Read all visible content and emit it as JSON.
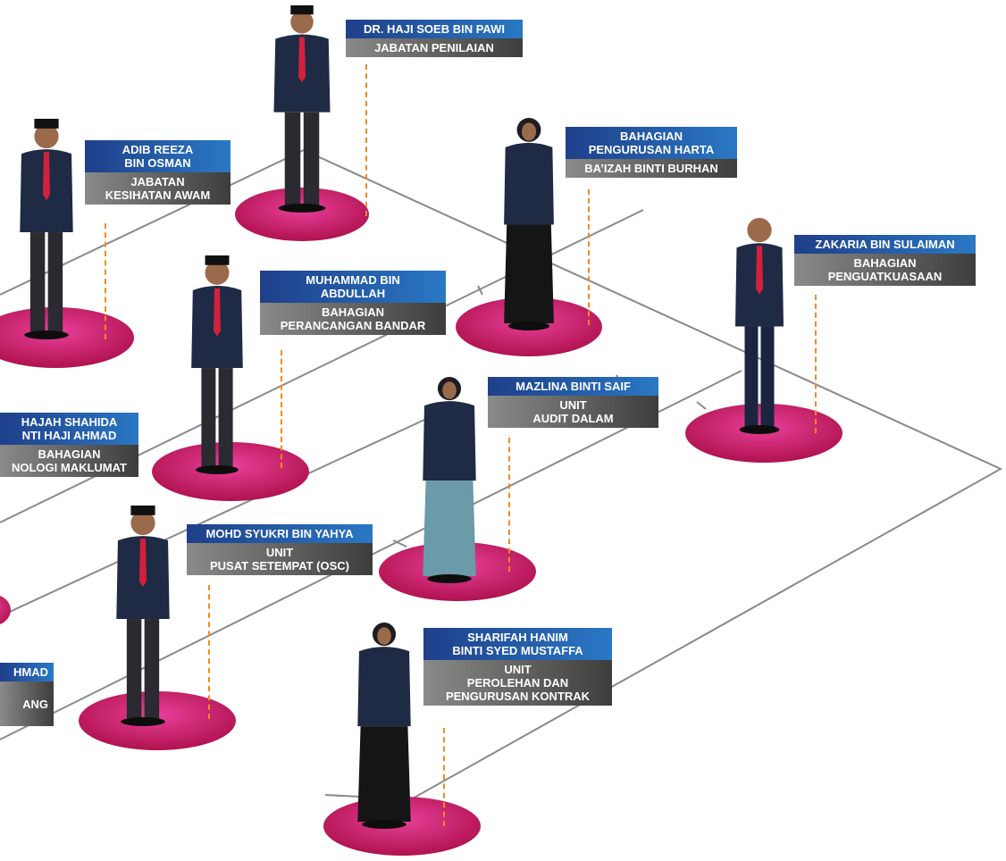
{
  "people": [
    {
      "id": "soeb",
      "name": [
        "DR. HAJI SOEB BIN PAWI"
      ],
      "dept": [
        "JABATAN PENILAIAN"
      ]
    },
    {
      "id": "adib",
      "name": [
        "ADIB REEZA",
        "BIN OSMAN"
      ],
      "dept": [
        "JABATAN",
        "KESIHATAN AWAM"
      ]
    },
    {
      "id": "baizah",
      "name": [
        "BAHAGIAN",
        "PENGURUSAN HARTA"
      ],
      "dept": [
        "BA’IZAH BINTI BURHAN"
      ]
    },
    {
      "id": "zakaria",
      "name": [
        "ZAKARIA BIN SULAIMAN"
      ],
      "dept": [
        "BAHAGIAN",
        "PENGUATKUASAAN"
      ]
    },
    {
      "id": "muhammad",
      "name": [
        "MUHAMMAD BIN",
        "ABDULLAH"
      ],
      "dept": [
        "BAHAGIAN",
        "PERANCANGAN BANDAR"
      ]
    },
    {
      "id": "mazlina",
      "name": [
        "MAZLINA BINTI SAIF"
      ],
      "dept": [
        "UNIT",
        "AUDIT DALAM"
      ]
    },
    {
      "id": "shahida",
      "name": [
        "HAJAH SHAHIDA",
        "NTI HAJI AHMAD"
      ],
      "dept": [
        "BAHAGIAN",
        "NOLOGI MAKLUMAT"
      ]
    },
    {
      "id": "syukri",
      "name": [
        "MOHD SYUKRI BIN YAHYA"
      ],
      "dept": [
        "UNIT",
        "PUSAT SETEMPAT (OSC)"
      ]
    },
    {
      "id": "sharifah",
      "name": [
        "SHARIFAH HANIM",
        "BINTI SYED MUSTAFFA"
      ],
      "dept": [
        "UNIT",
        "PEROLEHAN DAN",
        "PENGURUSAN KONTRAK"
      ]
    },
    {
      "id": "partial",
      "name": [
        "HMAD"
      ],
      "dept": [
        "",
        "ANG"
      ]
    }
  ],
  "colors": {
    "platform": "#c2185b",
    "platform_hi": "#e8409a",
    "name_band": "#1f4a99",
    "dept_band": "#555553",
    "dashed_line": "#f08a25",
    "grid_line": "#7a7a7a",
    "suit": "#1f2a44",
    "skin": "#9b6a4a"
  }
}
